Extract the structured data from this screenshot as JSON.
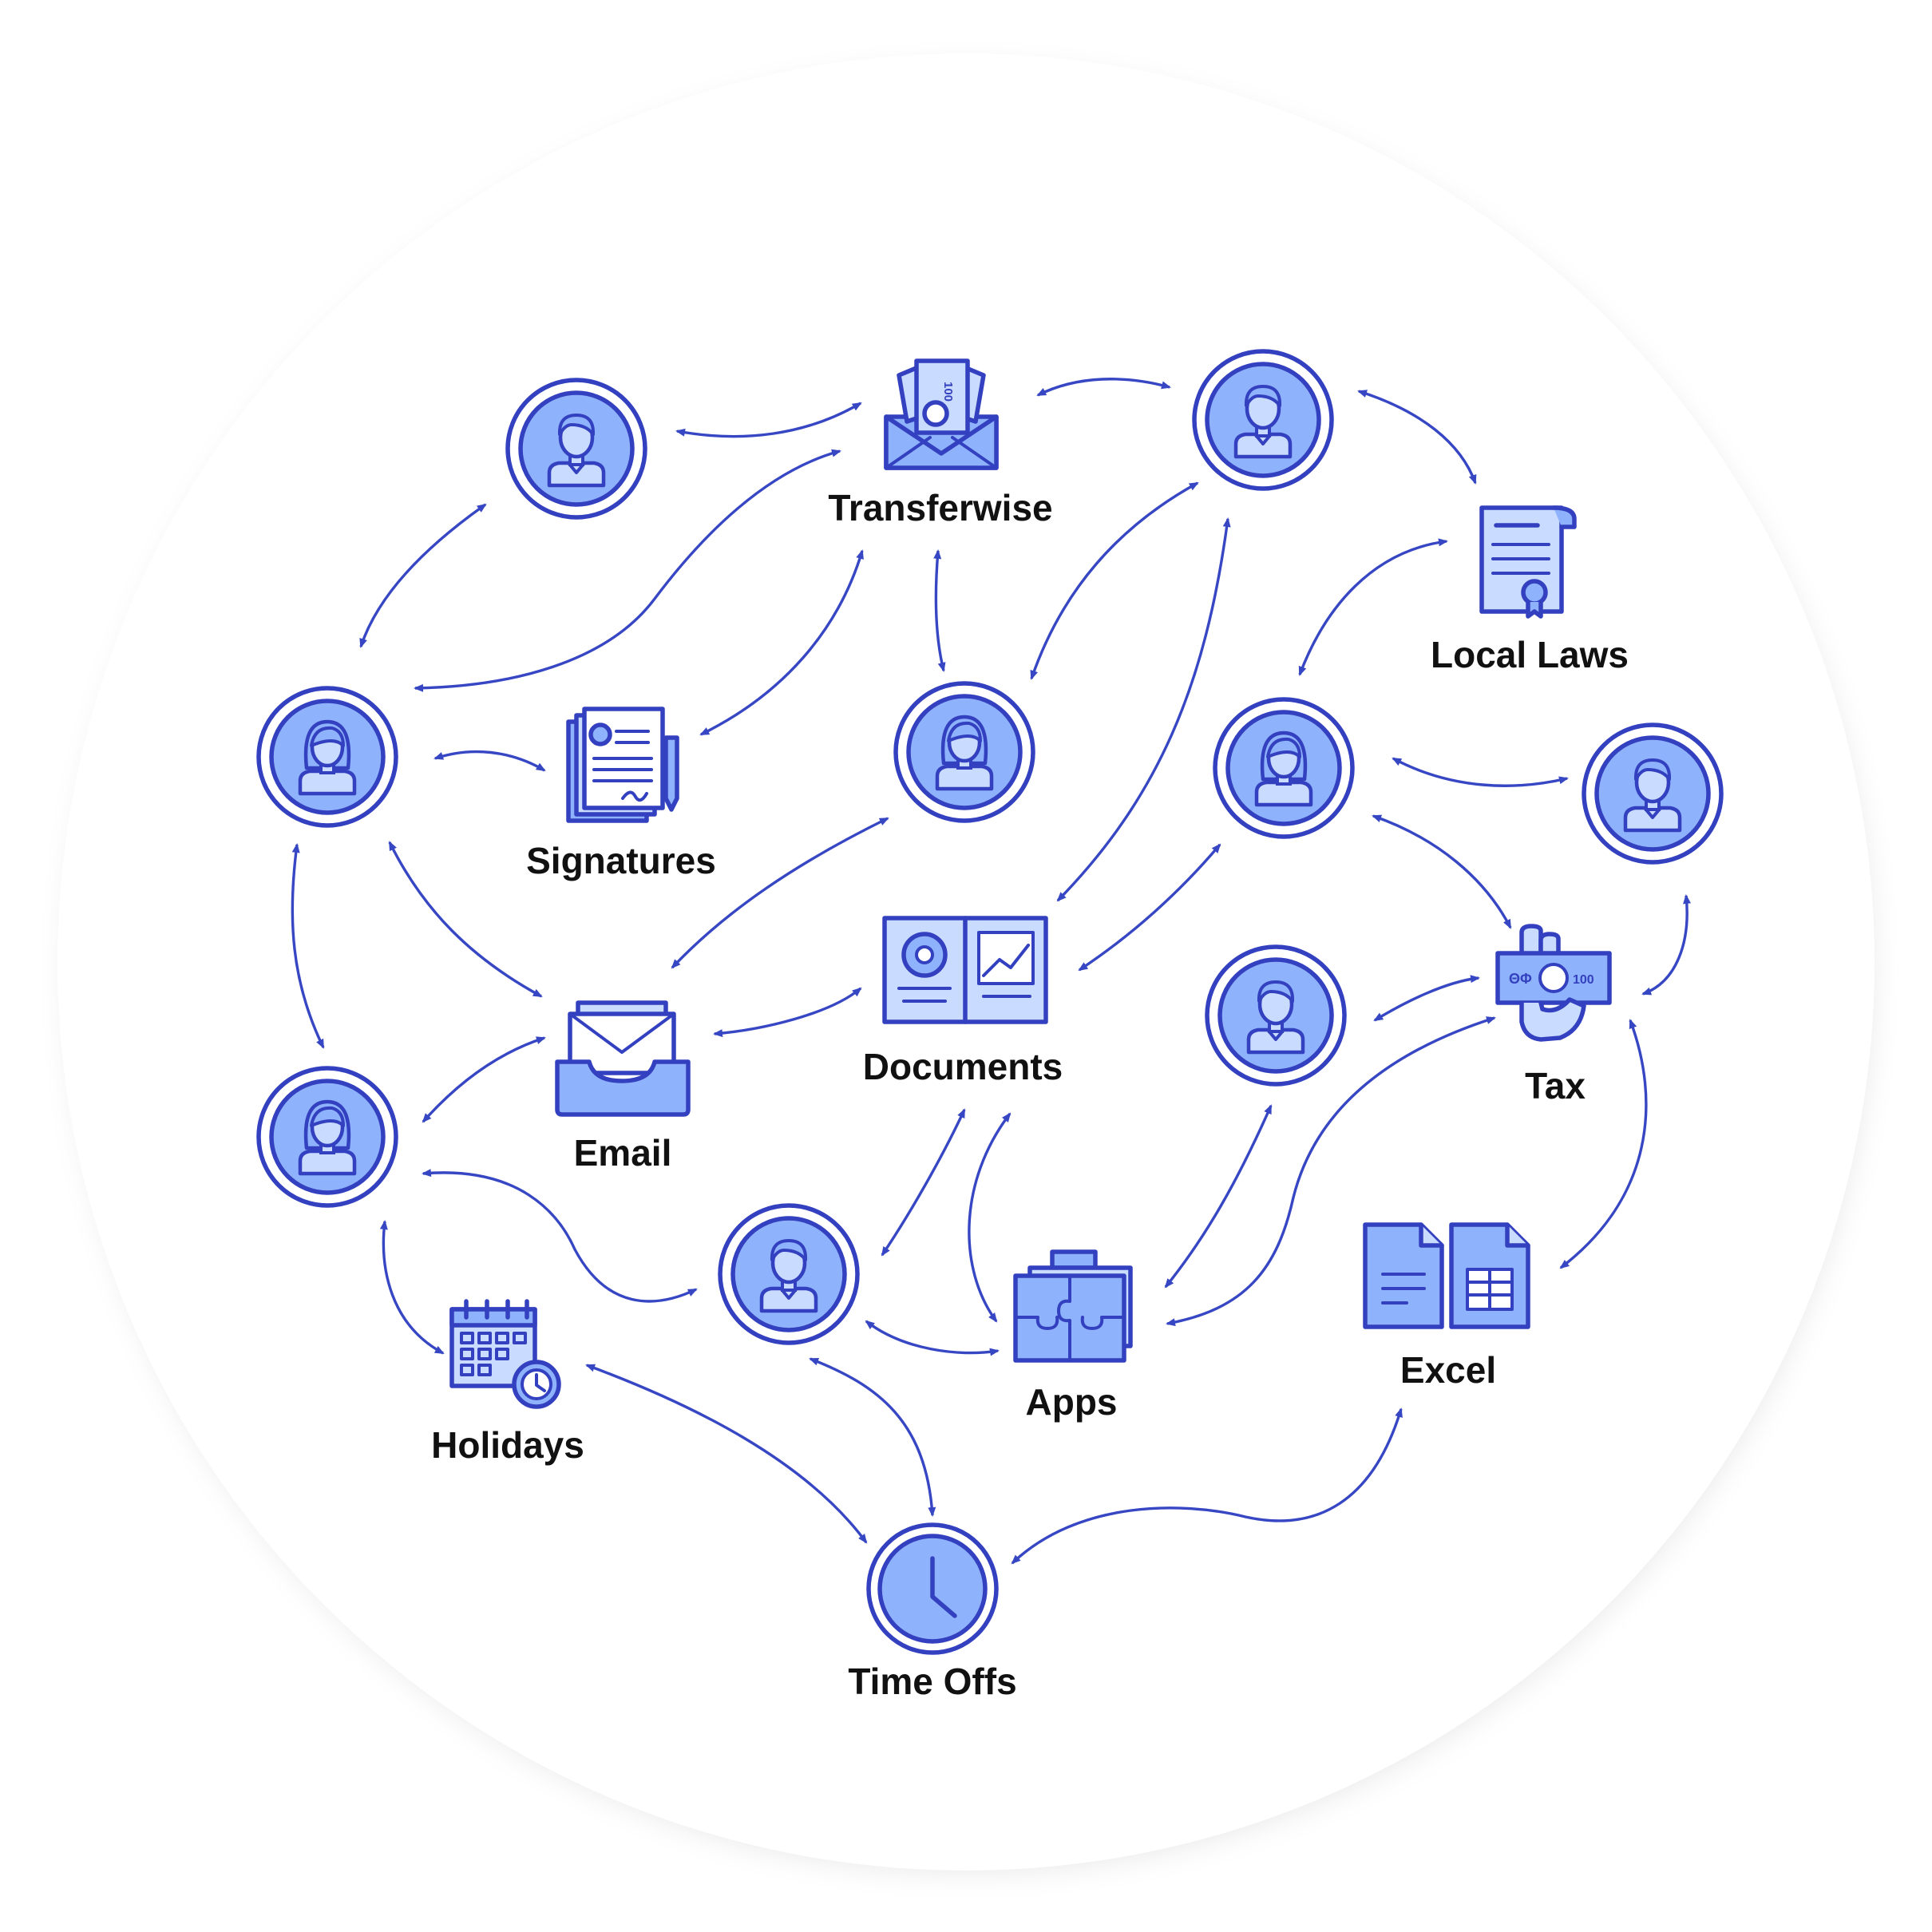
{
  "labels": {
    "transferwise": "Transferwise",
    "local_laws": "Local Laws",
    "signatures": "Signatures",
    "documents": "Documents",
    "email": "Email",
    "tax": "Tax",
    "apps": "Apps",
    "excel": "Excel",
    "holidays": "Holidays",
    "time_offs": "Time Offs"
  },
  "icons": {
    "transferwise": "money-envelope-icon",
    "local_laws": "certificate-scroll-icon",
    "signatures": "signed-contract-icon",
    "documents": "report-document-icon",
    "email": "mail-inbox-icon",
    "tax": "hand-banknote-icon",
    "apps": "puzzle-briefcase-icon",
    "excel": "doc-and-sheet-files-icon",
    "holidays": "calendar-clock-icon",
    "time_offs": "clock-icon",
    "people": "person-avatar-icon"
  },
  "banknote_text": "100",
  "colors": {
    "accent_stroke": "#3340bf",
    "icon_fill": "#8eb2fb",
    "icon_fill_light": "#c9dbfe",
    "arrow": "#3747c4",
    "label_text": "#111111",
    "circle_shadow": "#c8c8c8"
  }
}
